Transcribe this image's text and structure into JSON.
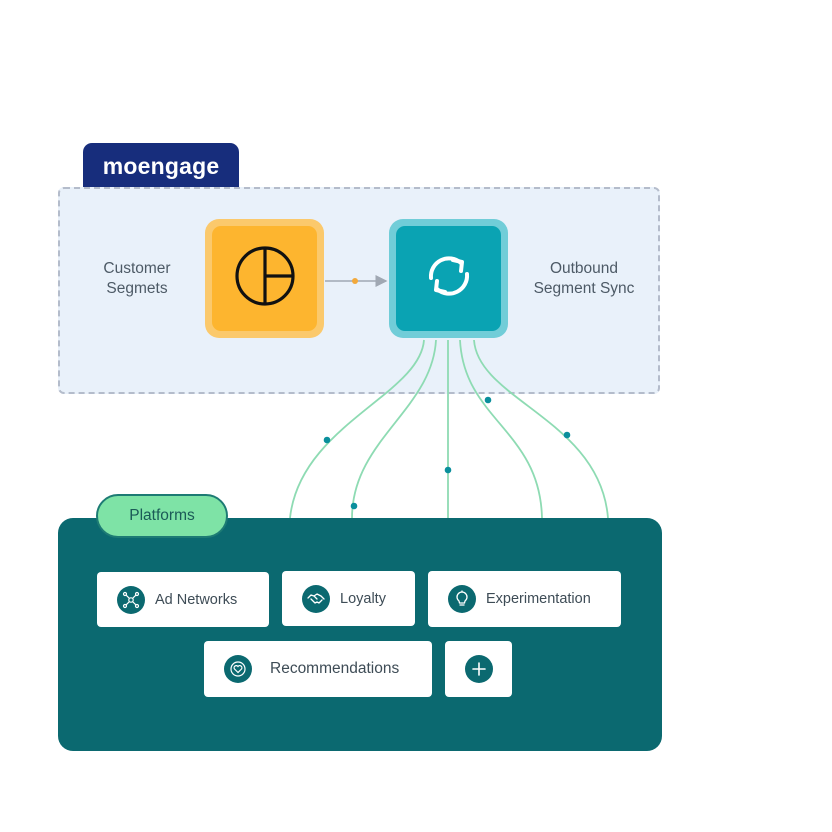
{
  "brand": {
    "logo_text": "moengage",
    "logo_color": "#172d7c"
  },
  "moengage_panel": {
    "left_label": [
      "Customer",
      "Segmets"
    ],
    "right_label": [
      "Outbound",
      "Segment Sync"
    ],
    "segments_icon": "segment-chart-icon",
    "sync_icon": "sync-arrows-icon",
    "colors": {
      "segments": "#fdb52f",
      "sync": "#0aa3b3",
      "panel": "#e9f1fa"
    }
  },
  "platforms": {
    "tab_label": "Platforms",
    "panel_color": "#0b6970",
    "items": [
      {
        "label": "Ad Networks",
        "icon": "network-icon"
      },
      {
        "label": "Loyalty",
        "icon": "handshake-icon"
      },
      {
        "label": "Experimentation",
        "icon": "lightbulb-icon"
      },
      {
        "label": "Recommendations",
        "icon": "heart-icon"
      }
    ],
    "add_icon": "plus-icon"
  }
}
